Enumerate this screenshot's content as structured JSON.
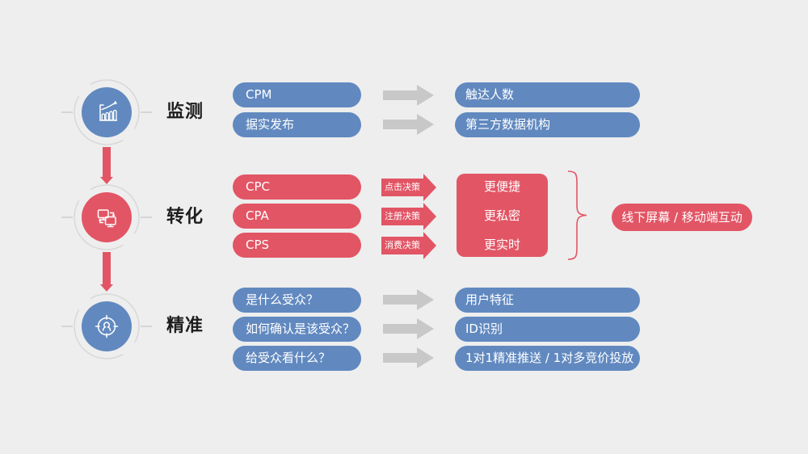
{
  "slide": {
    "background": "#eeeeee",
    "colors": {
      "blue": "#6189c0",
      "red": "#e25565",
      "arrow_gray": "#c8c8c8",
      "ring_gray": "#d8d8d8",
      "label_text": "#1e1e1e"
    },
    "sections": [
      {
        "label": "监测",
        "icon": "bar-chart-growth-icon",
        "theme": "blue",
        "rows": [
          {
            "left": "CPM",
            "right": "触达人数"
          },
          {
            "left": "据实发布",
            "right": "第三方数据机构"
          }
        ]
      },
      {
        "label": "转化",
        "icon": "sync-screens-icon",
        "theme": "red",
        "pills": [
          "CPC",
          "CPA",
          "CPS"
        ],
        "arrow_labels": [
          "点击决策",
          "注册决策",
          "消费决策"
        ],
        "benefits": [
          "更便捷",
          "更私密",
          "更实时"
        ],
        "result": "线下屏幕 / 移动端互动"
      },
      {
        "label": "精准",
        "icon": "target-audience-icon",
        "theme": "blue",
        "rows": [
          {
            "left": "是什么受众？",
            "right": "用户特征"
          },
          {
            "left": "如何确认是该受众？",
            "right": "ID识别"
          },
          {
            "left": "给受众看什么？",
            "right": "1对1精准推送 / 1对多竞价投放"
          }
        ]
      }
    ]
  }
}
